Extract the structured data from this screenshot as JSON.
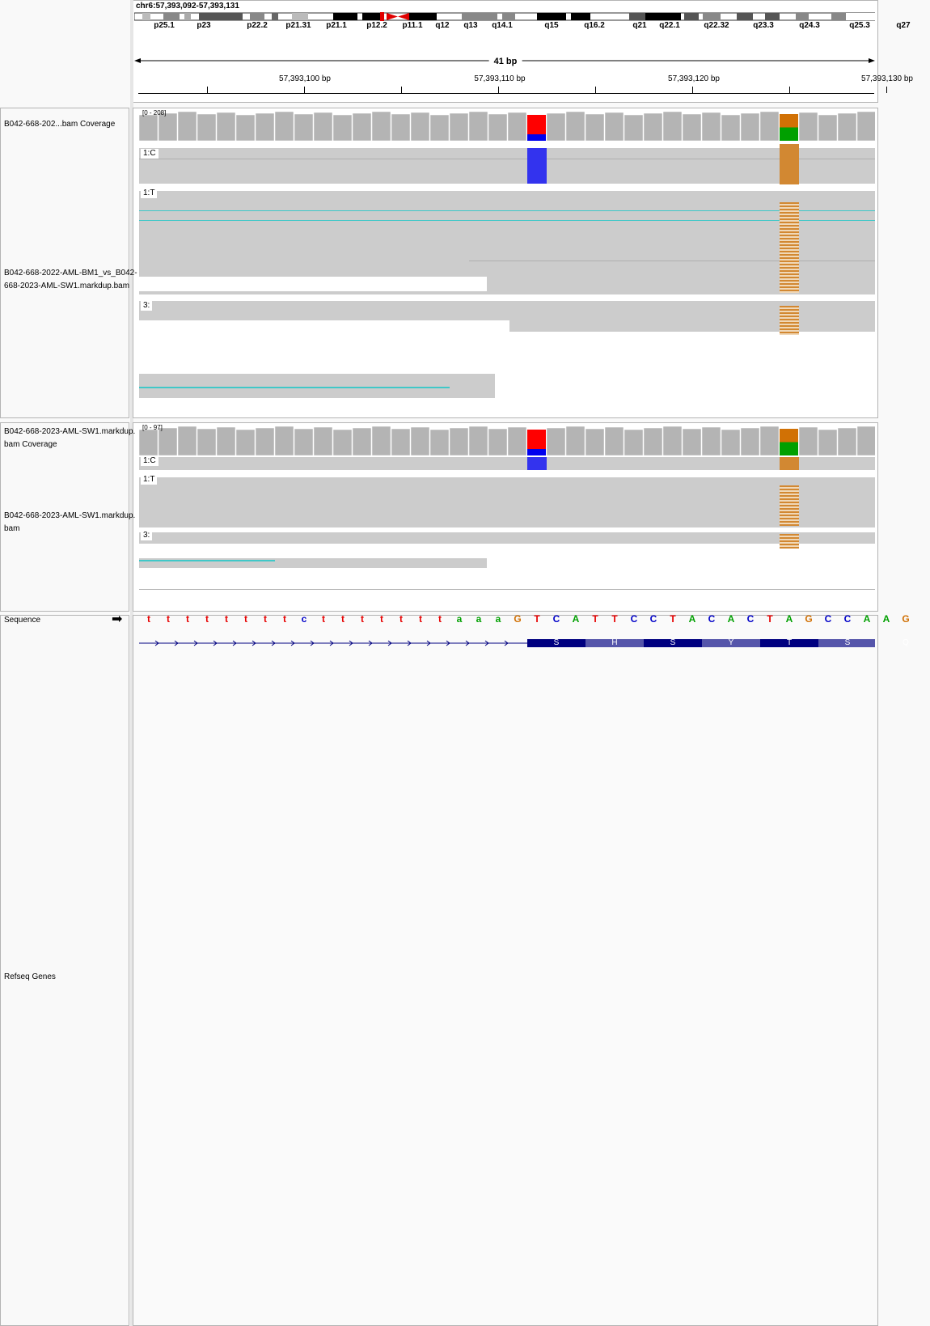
{
  "locus": "chr6:57,393,092-57,393,131",
  "span_label": "41 bp",
  "ruler_labels": [
    "57,393,100 bp",
    "57,393,110 bp",
    "57,393,120 bp",
    "57,393,130 bp"
  ],
  "cytobands": [
    "p25.1",
    "p23",
    "p22.2",
    "p21.31",
    "p21.1",
    "p12.2",
    "p11.1",
    "q12",
    "q13",
    "q14.1",
    "q15",
    "q16.2",
    "q21",
    "q22.1",
    "q22.32",
    "q23.3",
    "q24.3",
    "q25.3",
    "q27"
  ],
  "tracks": {
    "t1_cov_name": "B042-668-202...bam Coverage",
    "t1_cov_range": "[0 - 208]",
    "t1_bam_name": "B042-668-2022-AML-BM1_vs_B042-668-2023-AML-SW1.markdup.bam",
    "t2_cov_name": "B042-668-2023-AML-SW1.markdup.bam Coverage",
    "t2_cov_range": "[0 - 97]",
    "t2_bam_name": "B042-668-2023-AML-SW1.markdup.bam",
    "sequence_name": "Sequence",
    "refseq_name": "Refseq Genes"
  },
  "group_labels": {
    "g1": "1:C",
    "g2": "1:T",
    "g3": "3:"
  },
  "sequence": [
    "t",
    "t",
    "t",
    "t",
    "t",
    "t",
    "t",
    "t",
    "c",
    "t",
    "t",
    "t",
    "t",
    "t",
    "t",
    "t",
    "a",
    "a",
    "a",
    "G",
    "T",
    "C",
    "A",
    "T",
    "T",
    "C",
    "C",
    "T",
    "A",
    "C",
    "A",
    "C",
    "T",
    "A",
    "G",
    "C",
    "C",
    "A",
    "A",
    "G"
  ],
  "amino_acids": [
    "S",
    "H",
    "S",
    "Y",
    "T",
    "S",
    "Q"
  ],
  "colors": {
    "A": "#00a000",
    "C": "#0000c8",
    "G": "#d17105",
    "T": "#e60000",
    "read": "#cccccc",
    "coverage": "#b4b4b4",
    "gene": "#000080"
  },
  "icons": {
    "strand": "right-arrow-icon"
  }
}
